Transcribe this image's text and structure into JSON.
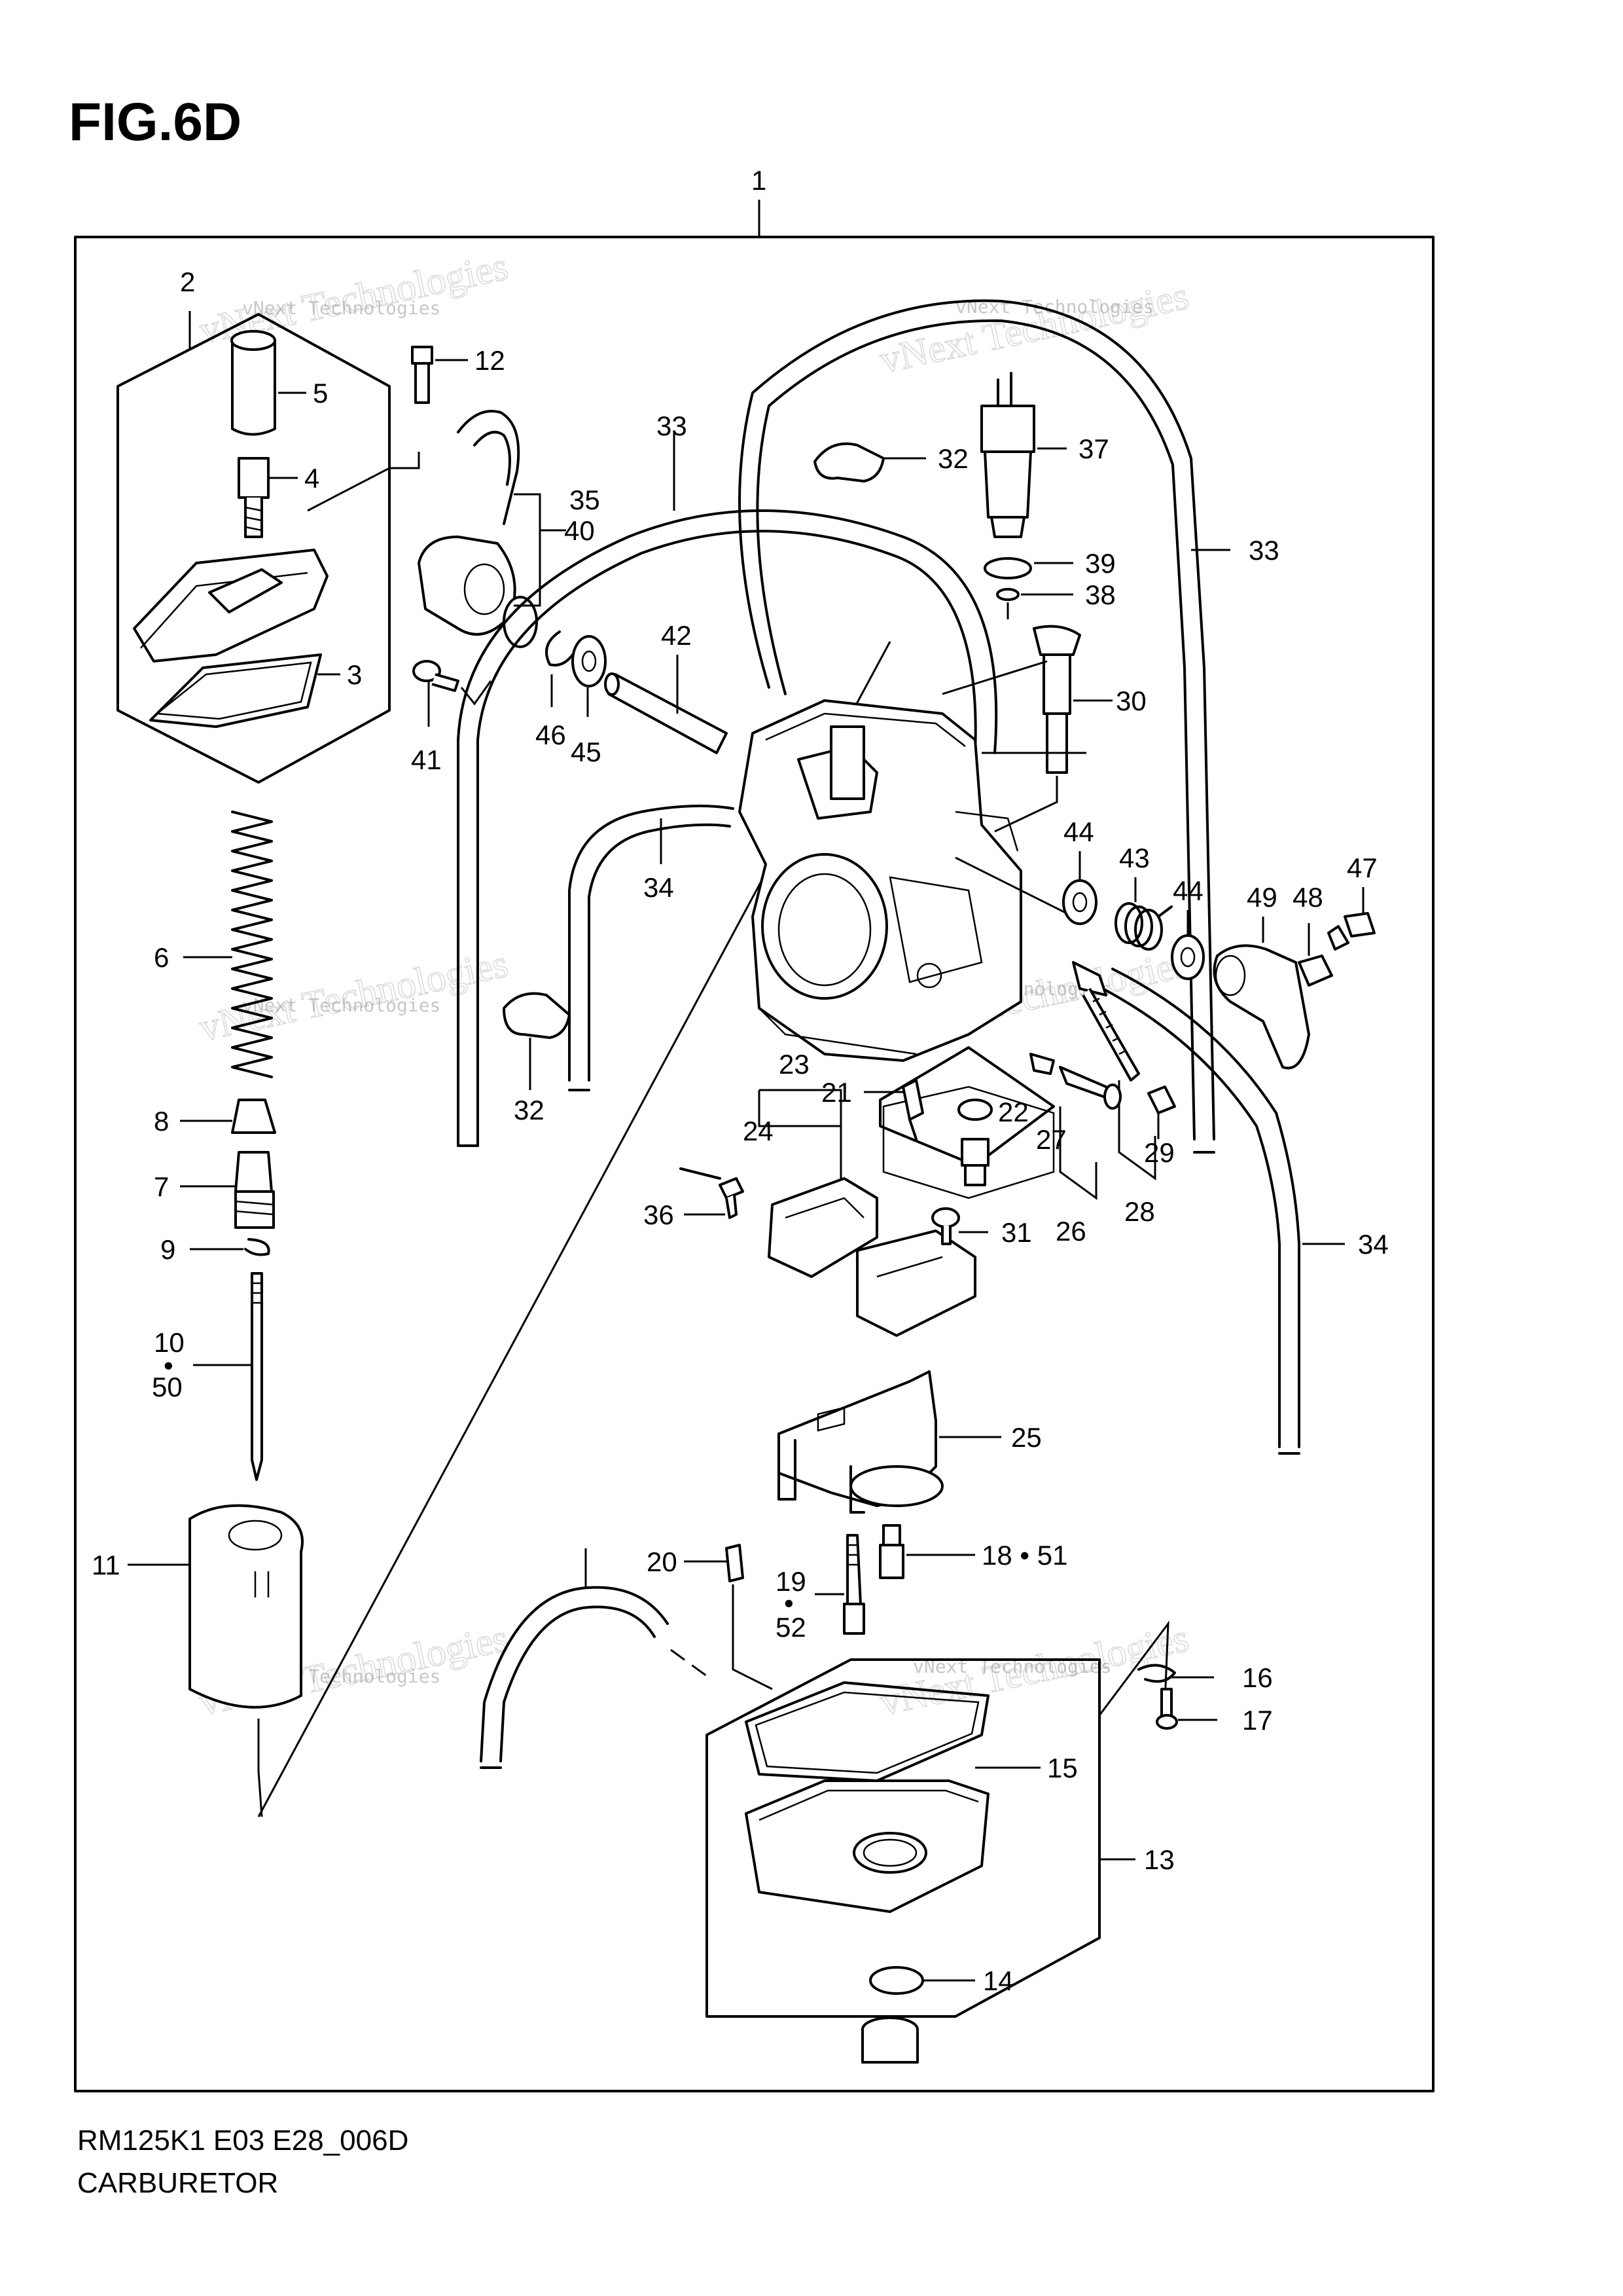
{
  "title": "FIG.6D",
  "footer": {
    "model_code": "RM125K1 E03 E28_006D",
    "section": "CARBURETOR"
  },
  "watermark": {
    "company": "vNext Technologies",
    "stamp": "vNext Technologies"
  },
  "callouts": [
    {
      "id": "c1",
      "text": "1"
    },
    {
      "id": "c2",
      "text": "2"
    },
    {
      "id": "c3",
      "text": "3"
    },
    {
      "id": "c4",
      "text": "4"
    },
    {
      "id": "c5",
      "text": "5"
    },
    {
      "id": "c6",
      "text": "6"
    },
    {
      "id": "c7",
      "text": "7"
    },
    {
      "id": "c8",
      "text": "8"
    },
    {
      "id": "c9",
      "text": "9"
    },
    {
      "id": "c10",
      "text": "10"
    },
    {
      "id": "c10dot",
      "text": "•"
    },
    {
      "id": "c50",
      "text": "50"
    },
    {
      "id": "c11",
      "text": "11"
    },
    {
      "id": "c12",
      "text": "12"
    },
    {
      "id": "c13",
      "text": "13"
    },
    {
      "id": "c14",
      "text": "14"
    },
    {
      "id": "c15",
      "text": "15"
    },
    {
      "id": "c16",
      "text": "16"
    },
    {
      "id": "c17",
      "text": "17"
    },
    {
      "id": "c18",
      "text": "18 • 51"
    },
    {
      "id": "c19",
      "text": "19"
    },
    {
      "id": "c19dot",
      "text": "•"
    },
    {
      "id": "c52",
      "text": "52"
    },
    {
      "id": "c20",
      "text": "20"
    },
    {
      "id": "c21",
      "text": "21"
    },
    {
      "id": "c22",
      "text": "22"
    },
    {
      "id": "c23",
      "text": "23"
    },
    {
      "id": "c24",
      "text": "24"
    },
    {
      "id": "c25",
      "text": "25"
    },
    {
      "id": "c26",
      "text": "26"
    },
    {
      "id": "c27",
      "text": "27"
    },
    {
      "id": "c28",
      "text": "28"
    },
    {
      "id": "c29",
      "text": "29"
    },
    {
      "id": "c30",
      "text": "30"
    },
    {
      "id": "c31",
      "text": "31"
    },
    {
      "id": "c32a",
      "text": "32"
    },
    {
      "id": "c32b",
      "text": "32"
    },
    {
      "id": "c33a",
      "text": "33"
    },
    {
      "id": "c33b",
      "text": "33"
    },
    {
      "id": "c34a",
      "text": "34"
    },
    {
      "id": "c34b",
      "text": "34"
    },
    {
      "id": "c35",
      "text": "35"
    },
    {
      "id": "c36",
      "text": "36"
    },
    {
      "id": "c37",
      "text": "37"
    },
    {
      "id": "c38",
      "text": "38"
    },
    {
      "id": "c39",
      "text": "39"
    },
    {
      "id": "c40",
      "text": "40"
    },
    {
      "id": "c41",
      "text": "41"
    },
    {
      "id": "c42",
      "text": "42"
    },
    {
      "id": "c43",
      "text": "43"
    },
    {
      "id": "c44a",
      "text": "44"
    },
    {
      "id": "c44b",
      "text": "44"
    },
    {
      "id": "c45",
      "text": "45"
    },
    {
      "id": "c46",
      "text": "46"
    },
    {
      "id": "c47",
      "text": "47"
    },
    {
      "id": "c48",
      "text": "48"
    },
    {
      "id": "c49",
      "text": "49"
    }
  ]
}
